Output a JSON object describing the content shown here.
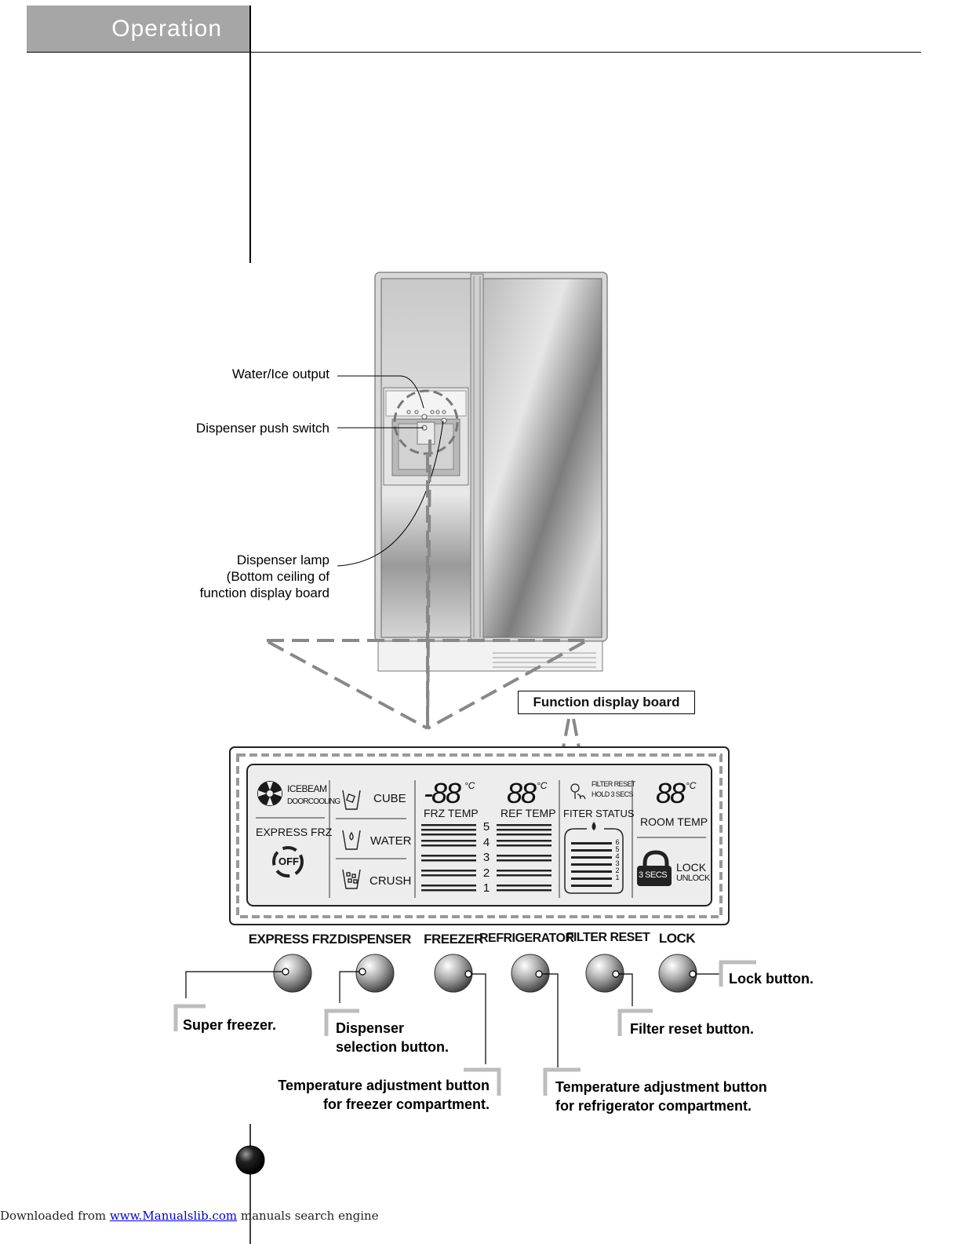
{
  "header": {
    "section_title": "Operation"
  },
  "fridge_callouts": {
    "water_ice_output": "Water/Ice output",
    "dispenser_push_switch": "Dispenser push switch",
    "dispenser_lamp": [
      "Dispenser  lamp",
      "(Bottom  ceiling of",
      "function display board"
    ]
  },
  "board_title": "Function  display  board",
  "lcd": {
    "icebeam": "ICEBEAM",
    "doorcooling": "DOORCOOLING",
    "express_frz": "EXPRESS FRZ",
    "off": "OFF",
    "cube": "CUBE",
    "water": "WATER",
    "crush": "CRUSH",
    "frz_digits": "-88",
    "ref_digits": "88",
    "room_digits": "88",
    "deg": "°C",
    "frz_temp": "FRZ TEMP",
    "ref_temp": "REF TEMP",
    "levels": [
      "5",
      "4",
      "3",
      "2",
      "1"
    ],
    "filter_reset": "FILTER RESET",
    "hold_3_secs": "HOLD 3 SECS",
    "fiter_status": "FITER STATUS",
    "filter_levels": [
      "6",
      "5",
      "4",
      "3",
      "2",
      "1"
    ],
    "room_temp": "ROOM TEMP",
    "three_secs": "3 SECS",
    "lock": "LOCK",
    "unlock": "UNLOCK"
  },
  "buttons": [
    "EXPRESS FRZ",
    "DISPENSER",
    "FREEZER",
    "REFRIGERATOR",
    "FILTER RESET",
    "LOCK"
  ],
  "descriptions": {
    "super_freezer": "Super freezer.",
    "dispenser_sel": [
      "Dispenser",
      "selection button."
    ],
    "temp_freezer": [
      "Temperature adjustment button",
      "for freezer compartment."
    ],
    "temp_ref": [
      "Temperature adjustment button",
      "for refrigerator compartment."
    ],
    "filter_reset": "Filter reset  button.",
    "lock": "Lock button."
  },
  "footer": {
    "prefix": "Downloaded from ",
    "link": "www.Manualslib.com",
    "suffix": "  manuals search engine"
  }
}
